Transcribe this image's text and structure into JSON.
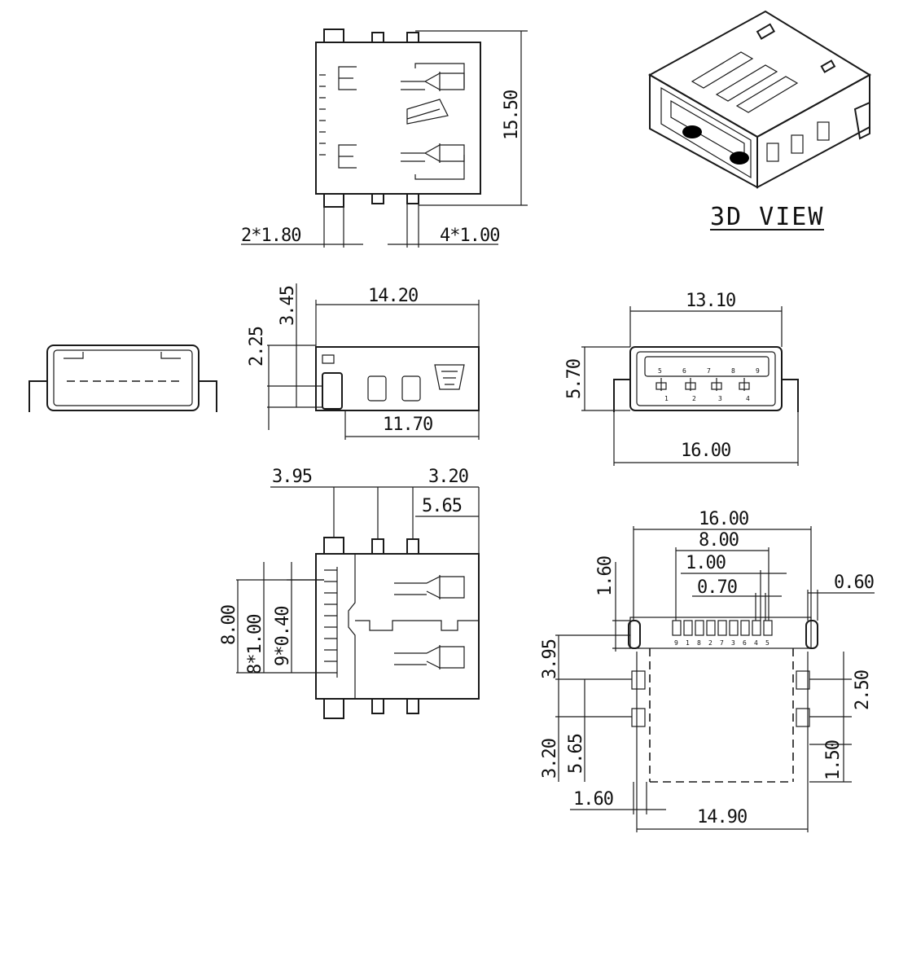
{
  "title_3d": "3D VIEW",
  "top_view": {
    "dims": {
      "height": "15.50",
      "pin_width_a": "2*1.80",
      "pin_width_b": "4*1.00"
    }
  },
  "front_view": {
    "dims": {
      "total_height": "3.45",
      "upper_height": "2.25",
      "length": "14.20",
      "body_length": "11.70"
    }
  },
  "end_view": {
    "dims": {
      "opening_width": "13.10",
      "height": "5.70",
      "overall_width": "16.00"
    },
    "top_pins": [
      "5",
      "6",
      "7",
      "8",
      "9"
    ],
    "bottom_pins": [
      "1",
      "2",
      "3",
      "4"
    ]
  },
  "bottom_view": {
    "dims": {
      "d395": "3.95",
      "d320": "3.20",
      "d565": "5.65",
      "d800": "8.00",
      "d8x100": "8*1.00",
      "d9x040": "9*0.40"
    }
  },
  "footprint": {
    "dims": {
      "width": "16.00",
      "pad_span": "8.00",
      "pitch": "1.00",
      "pad_width": "0.70",
      "slot_width": "0.60",
      "slot_height": "1.60",
      "d395": "3.95",
      "d250": "2.50",
      "d565": "5.65",
      "d320": "3.20",
      "d150": "1.50",
      "d160": "1.60",
      "body_width": "14.90"
    },
    "pad_numbers": [
      "9",
      "1",
      "8",
      "2",
      "7",
      "3",
      "6",
      "4",
      "5"
    ]
  }
}
